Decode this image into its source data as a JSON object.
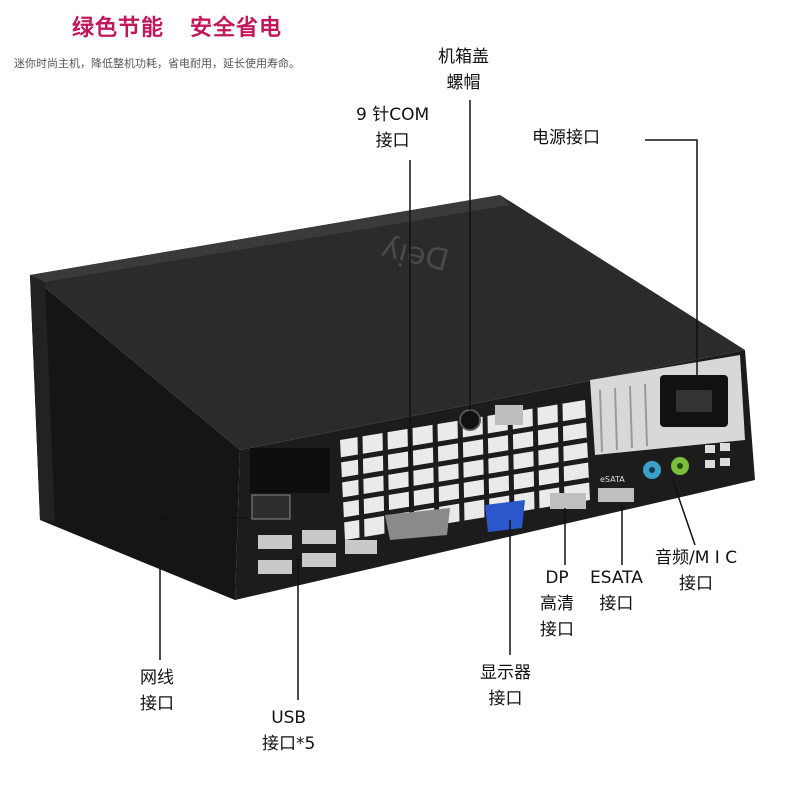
{
  "header": {
    "headline": "绿色节能   安全省电",
    "subline": "迷你时尚主机，降低整机功耗，省电耐用，延长使用寿命。"
  },
  "labels": {
    "case_screw": [
      "机箱盖",
      "螺帽"
    ],
    "com_port": [
      "9 针COM",
      "接口"
    ],
    "power_port": [
      "电源接口"
    ],
    "network_port": [
      "网线",
      "接口"
    ],
    "usb_port": [
      "USB",
      "接口*5"
    ],
    "vga_port": [
      "显示器",
      "接口"
    ],
    "dp_port": [
      "DP",
      "高清",
      "接口"
    ],
    "esata_port": [
      "ESATA",
      "接口"
    ],
    "audio_port": [
      "音频/M I C",
      "接口"
    ]
  },
  "colors": {
    "headline": "#c2185b",
    "case_body": "#1c1c1c",
    "case_side": "#2a2a2a",
    "vga_blue": "#2a57c9",
    "audio_blue": "#3aa0c8",
    "mic_green": "#7bbf3a"
  }
}
